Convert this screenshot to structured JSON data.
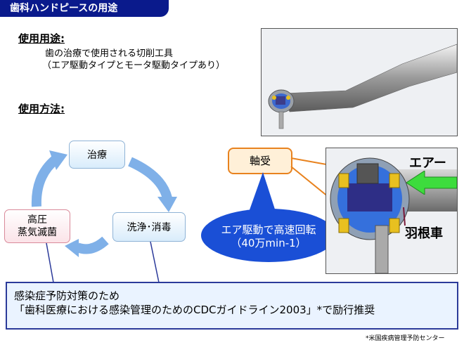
{
  "title": "歯科ハンドピースの用途",
  "usage": {
    "label": "使用用途:",
    "line1": "歯の治療で使用される切削工具",
    "line2": "（エア駆動タイプとモータ駆動タイプあり）"
  },
  "method": {
    "label": "使用方法:"
  },
  "cycle": {
    "treatment": "治療",
    "wash": "洗浄･消毒",
    "sterilize_line1": "高圧",
    "sterilize_line2": "蒸気滅菌"
  },
  "bearing": "軸受",
  "callout": {
    "line1": "エア駆動で高速回転",
    "line2": "（40万min-1）"
  },
  "labels": {
    "air": "エアー",
    "impeller": "羽根車"
  },
  "note": {
    "line1": "感染症予防対策のため",
    "line2": "「歯科医療における感染管理のためのCDCガイドライン2003」*で励行推奨"
  },
  "footnote": "*米国疾病管理予防センター",
  "colors": {
    "title_bg": "#0a1a8c",
    "cycle_arrow": "#7fb0e8",
    "callout": "#1a4fd6",
    "bearing_border": "#e8821e",
    "air_arrow": "#3ddc3d"
  }
}
